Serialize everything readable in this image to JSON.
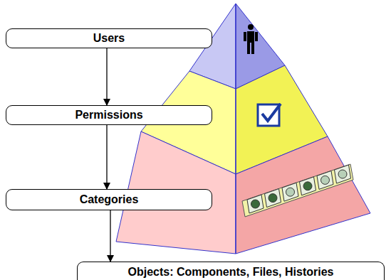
{
  "diagram": {
    "nodes": [
      {
        "text": [
          "Users"
        ]
      },
      {
        "text": [
          "Permissions"
        ]
      },
      {
        "text": [
          "Categories"
        ]
      },
      {
        "text": [
          "Objects: Components, Files, Histories"
        ]
      }
    ],
    "edges": [
      {
        "from": 0,
        "to": 1,
        "arrow": "to"
      },
      {
        "from": 1,
        "to": 2,
        "arrow": "to"
      },
      {
        "from": 2,
        "to": 3,
        "arrow": "to"
      }
    ]
  }
}
